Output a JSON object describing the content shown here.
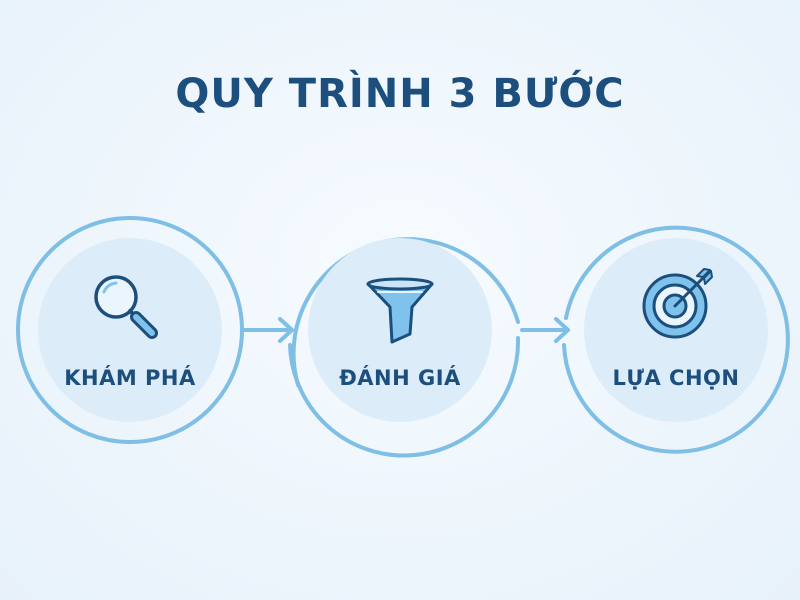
{
  "title": "QUY TRÌNH 3 BƯỚC",
  "colors": {
    "background": "#eef6fc",
    "ring": "#7fbfe6",
    "disc": "#dcedf9",
    "text": "#1c4f7e",
    "icon_stroke": "#1c4f7e",
    "icon_fill": "#7fc3ec",
    "arrow": "#7fbfe6"
  },
  "steps": [
    {
      "label": "KHÁM PHÁ",
      "icon": "magnifier-icon"
    },
    {
      "label": "ĐÁNH GIÁ",
      "icon": "funnel-icon"
    },
    {
      "label": "LỰA CHỌN",
      "icon": "target-icon"
    }
  ]
}
